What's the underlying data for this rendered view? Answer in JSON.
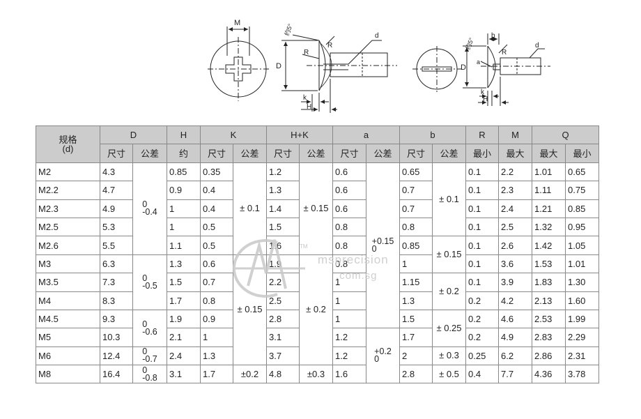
{
  "drawing_labels": {
    "left_view": {
      "m": "M",
      "d_upper": "D",
      "angle": "约5°",
      "r_small": "R",
      "r_large": "R",
      "thread": "d",
      "k": "k",
      "h": "H"
    },
    "right_view": {
      "d_upper": "D",
      "angle": "约5°",
      "b": "b",
      "r": "R",
      "a": "a",
      "thread": "d",
      "k": "k",
      "h": "H"
    }
  },
  "table": {
    "header_top": {
      "spec": "规格",
      "spec_sub": "(d)",
      "D": "D",
      "H": "H",
      "K": "K",
      "HK": "H+K",
      "a": "a",
      "b": "b",
      "R": "R",
      "M": "M",
      "Q": "Q"
    },
    "header_sub": {
      "D_size": "尺寸",
      "D_tol": "公差",
      "H_approx": "约",
      "K_size": "尺寸",
      "K_tol": "公差",
      "HK_size": "尺寸",
      "HK_tol": "公差",
      "a_size": "尺寸",
      "a_tol": "公差",
      "b_size": "尺寸",
      "b_tol": "公差",
      "R_min": "最小",
      "M_max": "最大",
      "Q_max": "最大",
      "Q_min": "最小"
    },
    "rows": [
      [
        "M2",
        "4.3",
        "0.85",
        "0.35",
        "1.2",
        "0.6",
        "0.65",
        "0.1",
        "2.2",
        "1.01",
        "0.65"
      ],
      [
        "M2.2",
        "4.7",
        "0.9",
        "0.4",
        "1.3",
        "0.6",
        "0.7",
        "0.1",
        "2.3",
        "1.11",
        "0.75"
      ],
      [
        "M2.3",
        "4.9",
        "1",
        "0.4",
        "1.4",
        "0.6",
        "0.7",
        "0.1",
        "2.4",
        "1.21",
        "0.85"
      ],
      [
        "M2.5",
        "5.3",
        "1",
        "0.5",
        "1.5",
        "0.8",
        "0.8",
        "0.1",
        "2.5",
        "1.32",
        "0.95"
      ],
      [
        "M2.6",
        "5.5",
        "1.1",
        "0.5",
        "1.6",
        "0.8",
        "0.85",
        "0.1",
        "2.6",
        "1.42",
        "1.05"
      ],
      [
        "M3",
        "6.3",
        "1.3",
        "0.6",
        "1.9",
        "0.8",
        "1",
        "0.1",
        "3.6",
        "1.53",
        "1.01"
      ],
      [
        "M3.5",
        "7.3",
        "1.5",
        "0.7",
        "2.2",
        "1",
        "1.15",
        "0.1",
        "3.9",
        "1.83",
        "1.30"
      ],
      [
        "M4",
        "8.3",
        "1.7",
        "0.8",
        "2.5",
        "1",
        "1.3",
        "0.2",
        "4.2",
        "2.13",
        "1.60"
      ],
      [
        "M4.5",
        "9.3",
        "1.9",
        "0.9",
        "2.8",
        "1",
        "1.5",
        "0.2",
        "4.6",
        "2.53",
        "1.99"
      ],
      [
        "M5",
        "10.3",
        "2.1",
        "1",
        "3.1",
        "1.2",
        "1.7",
        "0.2",
        "4.9",
        "2.83",
        "2.29"
      ],
      [
        "M6",
        "12.4",
        "2.4",
        "1.3",
        "3.7",
        "1.2",
        "2",
        "0.25",
        "6.2",
        "2.86",
        "2.31"
      ],
      [
        "M8",
        "16.4",
        "3.1",
        "1.7",
        "4.8",
        "1.6",
        "2.8",
        "0.4",
        "7.7",
        "4.36",
        "3.78"
      ]
    ],
    "D_tol": [
      {
        "upper": "0",
        "lower": "-0.4"
      },
      {
        "upper": "0",
        "lower": "-0.5"
      },
      {
        "upper": "0",
        "lower": "-0.6"
      },
      {
        "upper": "0",
        "lower": "-0.7"
      },
      {
        "upper": "0",
        "lower": "-0.8"
      }
    ],
    "K_tol": [
      "± 0.1",
      "± 0.15",
      "±0.2"
    ],
    "HK_tol": [
      "± 0.15",
      "± 0.2",
      "±0.3"
    ],
    "a_tol": [
      {
        "upper": "+0.15",
        "lower": "0"
      },
      {
        "upper": "+0.2",
        "lower": "0"
      }
    ],
    "b_tol": [
      "± 0.1",
      "± 0.15",
      "± 0.2",
      "± 0.25",
      "± 0.3",
      "± 0.5"
    ]
  },
  "watermark": {
    "line1": "msprecision",
    "line2": ".com.sg",
    "tm": "TM"
  },
  "colors": {
    "header_bg": "#cccccc",
    "border": "#888888",
    "line": "#222222",
    "watermark": "#c8c8c8"
  }
}
